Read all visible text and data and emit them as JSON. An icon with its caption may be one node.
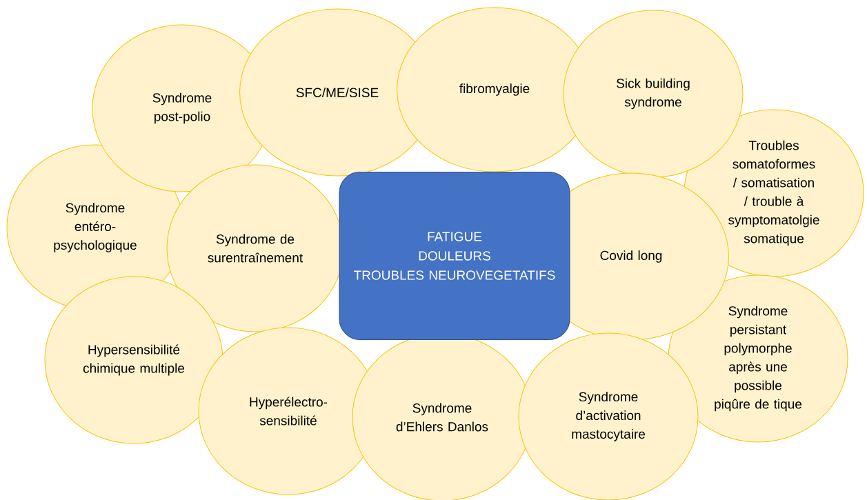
{
  "diagram": {
    "nodes": [
      {
        "text": [
          "Syndrome post-polio"
        ]
      },
      {
        "text": [
          "SFC/ME/SISE"
        ]
      },
      {
        "text": [
          "fibromyalgie"
        ]
      },
      {
        "text": [
          "Sick building syndrome"
        ]
      },
      {
        "text": [
          "Troubles somatoformes / somatisation / trouble à symptomatolgie somatique"
        ]
      },
      {
        "text": [
          "Syndrome entéro-psychologique"
        ]
      },
      {
        "text": [
          "Syndrome de surentraînement"
        ]
      },
      {
        "text": [
          "FATIGUE",
          "DOULEURS",
          "TROUBLES NEUROVEGETATIFS"
        ]
      },
      {
        "text": [
          "Covid long"
        ]
      },
      {
        "text": [
          "Hypersensibilité chimique multiple"
        ]
      },
      {
        "text": [
          "Syndrome persistant polymorphe après une possible piqûre de tique"
        ]
      },
      {
        "text": [
          "Hyperélectro-sensibilité"
        ]
      },
      {
        "text": [
          "Syndrome d’Ehlers Danlos"
        ]
      },
      {
        "text": [
          "Syndrome d’activation mastocytaire"
        ]
      }
    ]
  }
}
